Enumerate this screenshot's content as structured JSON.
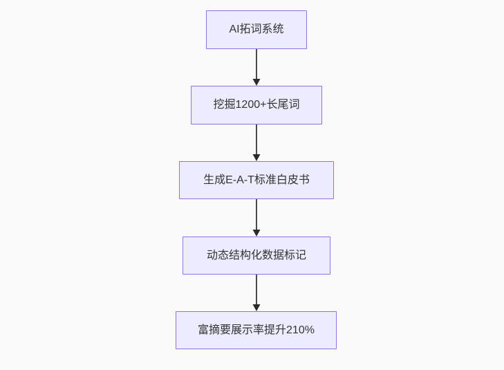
{
  "flowchart": {
    "type": "flowchart",
    "direction": "top-down",
    "nodes": [
      {
        "id": "n1",
        "label": "AI拓词系统"
      },
      {
        "id": "n2",
        "label": "挖掘1200+长尾词"
      },
      {
        "id": "n3",
        "label": "生成E-A-T标准白皮书"
      },
      {
        "id": "n4",
        "label": "动态结构化数据标记"
      },
      {
        "id": "n5",
        "label": "富摘要展示率提升210%"
      }
    ],
    "edges": [
      {
        "from": "n1",
        "to": "n2",
        "style": "arrow-down"
      },
      {
        "from": "n2",
        "to": "n3",
        "style": "arrow-down"
      },
      {
        "from": "n3",
        "to": "n4",
        "style": "arrow-down"
      },
      {
        "from": "n4",
        "to": "n5",
        "style": "arrow-down"
      }
    ]
  },
  "colors": {
    "canvas_background": "#fafafa",
    "node_fill": "#ECECFF",
    "node_border": "#9370DB",
    "edge_line": "#4a4a4a",
    "edge_arrowhead": "#2b2b2b",
    "node_text": "#333333"
  }
}
